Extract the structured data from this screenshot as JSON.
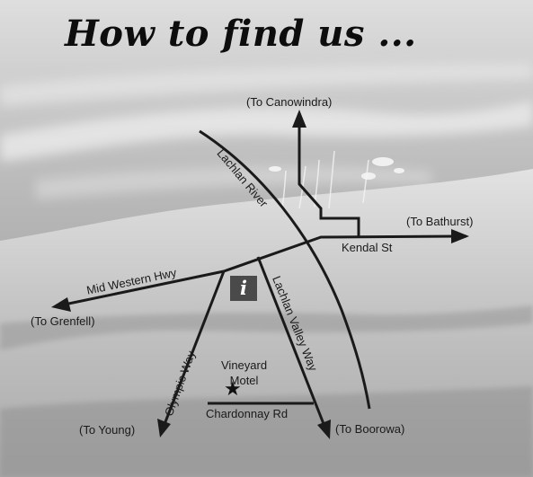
{
  "title": "How to find us ...",
  "destinations": {
    "canowindra": "(To Canowindra)",
    "bathurst": "(To Bathurst)",
    "grenfell": "(To Grenfell)",
    "young": "(To Young)",
    "boorowa": "(To Boorowa)"
  },
  "roads": {
    "kendal_st": "Kendal St",
    "mid_western_hwy": "Mid Western Hwy",
    "olympic_way": "Olympic Way",
    "lachlan_valley_way": "Lachlan Valley Way",
    "chardonnay_rd": "Chardonnay Rd"
  },
  "river": "Lachlan River",
  "info_icon": "i",
  "place": {
    "line1": "Vineyard",
    "line2": "Motel",
    "marker_icon": "star-icon"
  },
  "colors": {
    "road": "#1a1a1a",
    "info_box": "#4a4a4a",
    "background": "#a8a8a8"
  }
}
